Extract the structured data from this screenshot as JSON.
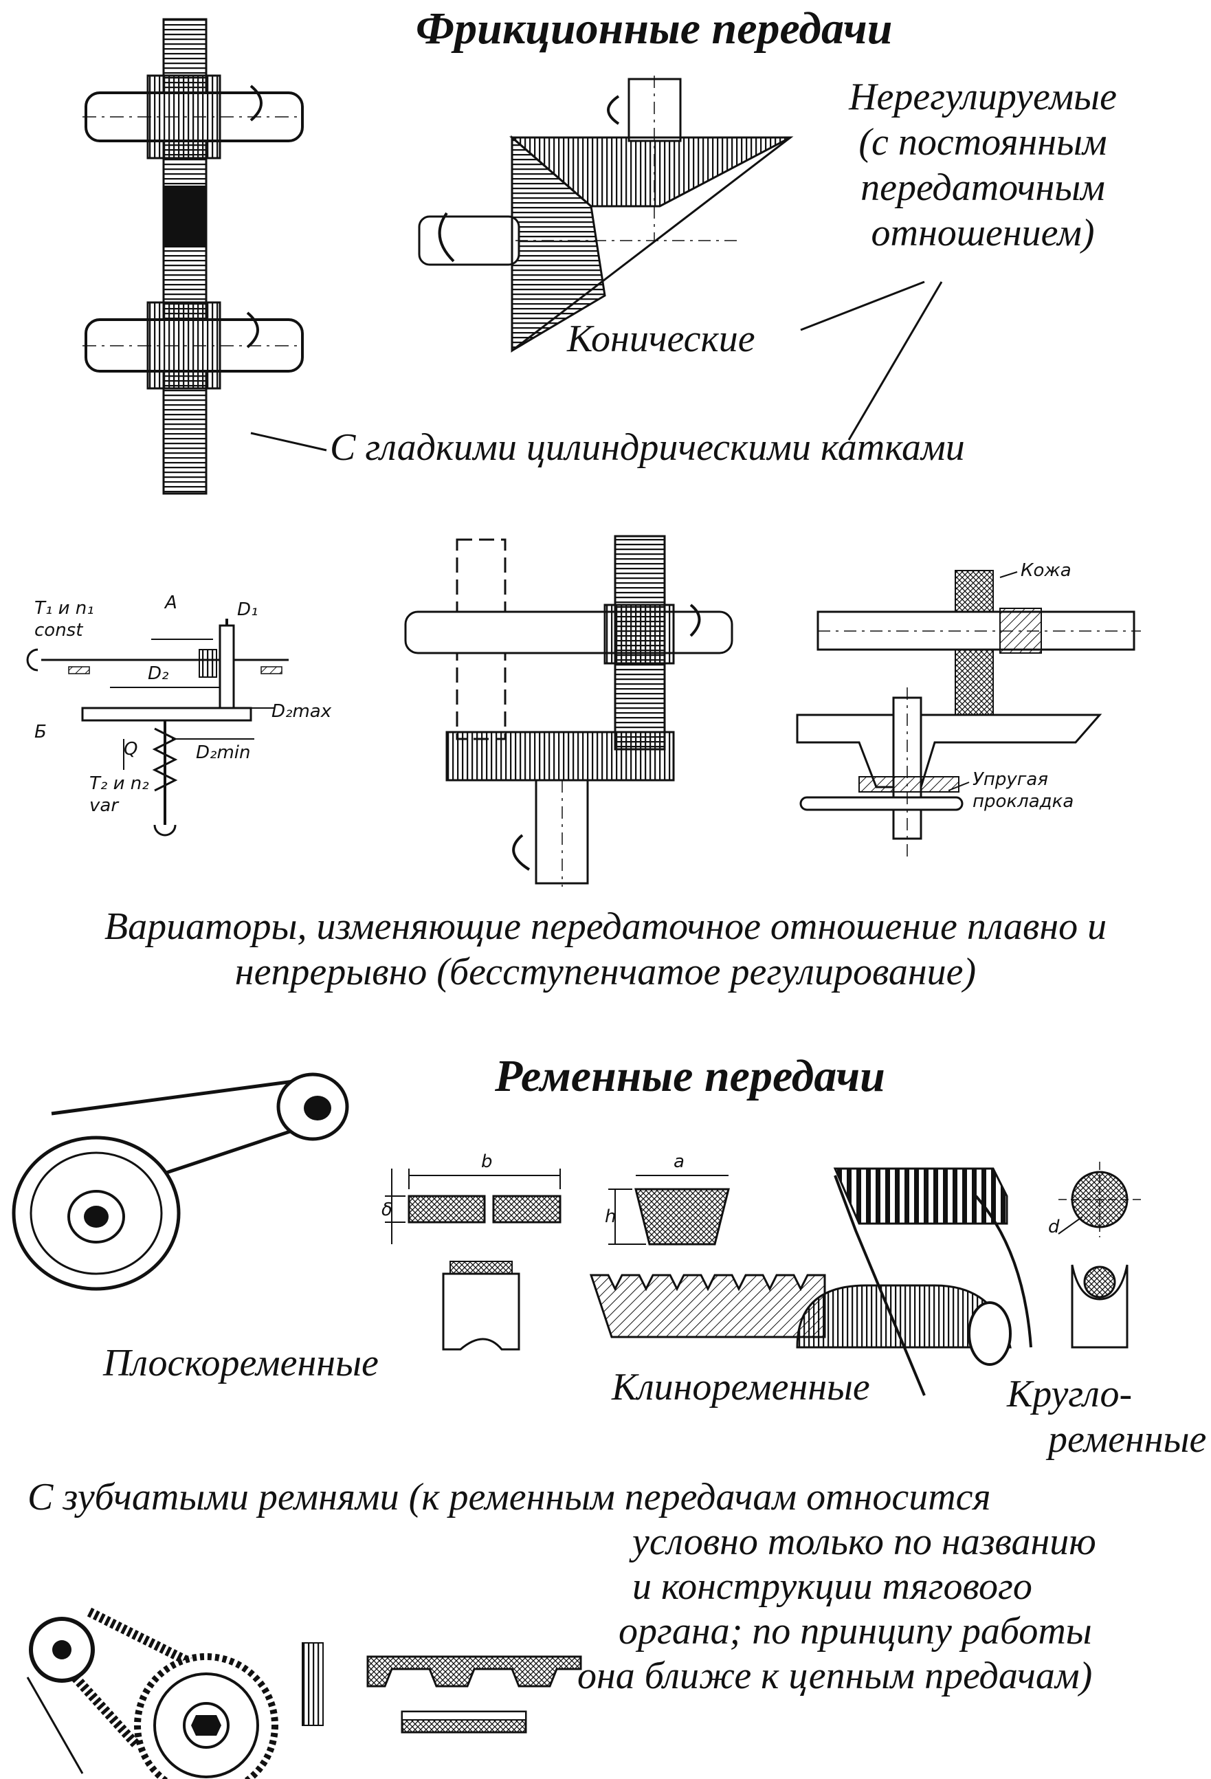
{
  "friction": {
    "title": "Фрикционные передачи",
    "unregulated_lines": [
      "Нерегулируемые",
      "(с постоянным",
      "передаточным",
      "отношением)"
    ],
    "conical": "Конические",
    "cylindrical": "С гладкими цилиндрическими катками",
    "variators_lines": [
      "Вариаторы, изменяющие передаточное отношение плавно и",
      "непрерывно (бесступенчатое регулирование)"
    ],
    "scheme": {
      "t1": "T₁ и n₁",
      "const": "const",
      "a": "A",
      "d1": "D₁",
      "d2": "D₂",
      "d2max": "D₂max",
      "d2min": "D₂min",
      "b": "Б",
      "q": "Q",
      "t2": "T₂ и n₂",
      "var": "var"
    },
    "leather": "Кожа",
    "gasket_lines": [
      "Упругая",
      "прокладка"
    ]
  },
  "belt": {
    "title": "Ременные передачи",
    "flat": "Плоскоременные",
    "vbelt": "Клиноременные",
    "round_lines": [
      "Кругло-",
      "ременные"
    ],
    "dim_b": "b",
    "dim_delta": "δ",
    "dim_a": "a",
    "dim_h": "h",
    "dim_d": "d",
    "toothed_lines": [
      "С зубчатыми ремнями (к ременным передачам относится",
      "условно только по названию",
      "и конструкции тягового",
      "органа; по принципу работы",
      "она ближе к цепным предачам)"
    ]
  }
}
